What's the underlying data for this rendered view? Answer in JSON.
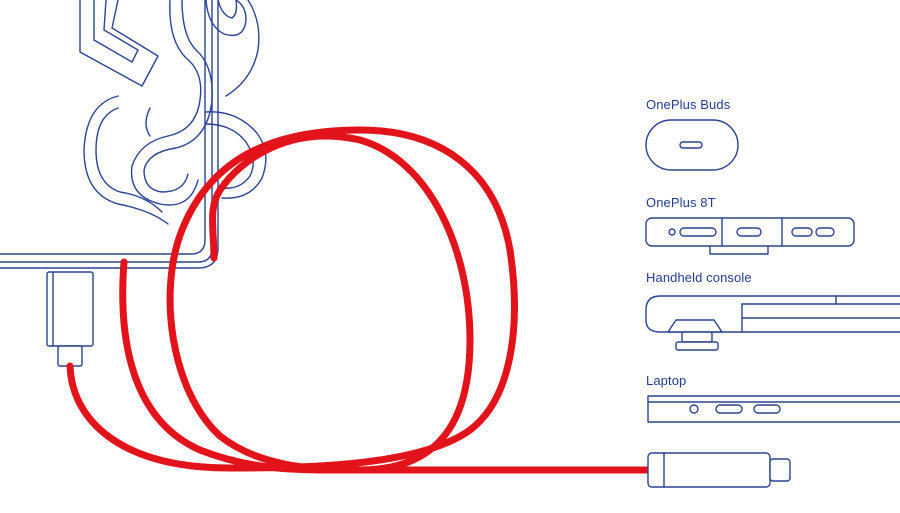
{
  "diagram": {
    "devices": [
      {
        "id": "buds",
        "label": "OnePlus Buds",
        "icon": "earbuds-case-icon"
      },
      {
        "id": "phone",
        "label": "OnePlus 8T",
        "icon": "phone-side-icon"
      },
      {
        "id": "console",
        "label": "Handheld console",
        "icon": "handheld-console-icon"
      },
      {
        "id": "laptop",
        "label": "Laptop",
        "icon": "laptop-side-icon"
      }
    ],
    "colors": {
      "line": "#2a4394",
      "cable": "#e3131b",
      "label": "#233c8e",
      "background": "#ffffff"
    }
  }
}
